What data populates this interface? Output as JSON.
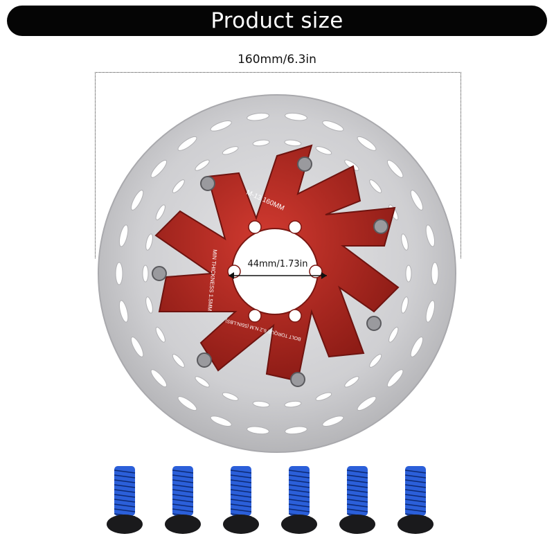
{
  "header": {
    "title": "Product size"
  },
  "dimensions": {
    "outer_diameter": "160mm/6.3in",
    "inner_diameter": "44mm/1.73in"
  },
  "rotor": {
    "model_text": "M-13  160MM",
    "thickness_text": "MIN THICKNESS 1.5MM",
    "torque_text": "BOLT TORQUE 6.2 N.M (55IN.LBS)",
    "colors": {
      "disc": "#c9c9cb",
      "spider": "#b3261e",
      "bolt_head": "#9a9a9e"
    }
  },
  "bolts": {
    "count": 6,
    "thread_color": "#2b5fd9",
    "head_color": "#1a1a1c"
  }
}
